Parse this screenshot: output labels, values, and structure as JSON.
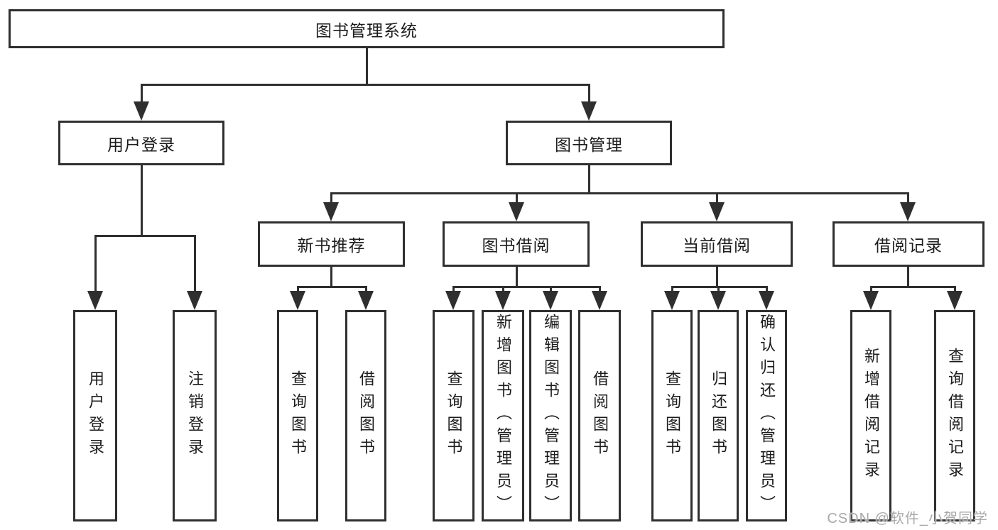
{
  "colors": {
    "line": "#2f2f2f",
    "background": "#ffffff",
    "watermark_text": "#a8a8a8"
  },
  "tree": {
    "root": "图书管理系统",
    "children": [
      {
        "label": "用户登录",
        "children": [
          "用户登录",
          "注销登录"
        ]
      },
      {
        "label": "图书管理",
        "children": [
          {
            "label": "新书推荐",
            "children": [
              "查询图书",
              "借阅图书"
            ]
          },
          {
            "label": "图书借阅",
            "children": [
              "查询图书",
              "新增图书（管理员）",
              "编辑图书（管理员）",
              "借阅图书"
            ]
          },
          {
            "label": "当前借阅",
            "children": [
              "查询图书",
              "归还图书",
              "确认归还（管理员）"
            ]
          },
          {
            "label": "借阅记录",
            "children": [
              "新增借阅记录",
              "查询借阅记录"
            ]
          }
        ]
      }
    ]
  },
  "watermark": "CSDN @软件_小贺同学"
}
